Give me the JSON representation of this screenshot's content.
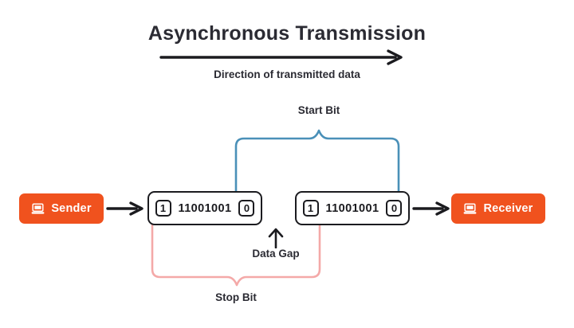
{
  "diagram": {
    "title": "Asynchronous Transmission",
    "subtitle": "Direction of transmitted data",
    "colors": {
      "accent_orange": "#F0521E",
      "start_bit_blue": "#4A90B8",
      "stop_bit_pink": "#F4A9A8",
      "ink": "#1B1B1F",
      "text": "#2B2B33",
      "background": "#FFFFFF"
    }
  },
  "endpoints": {
    "sender": {
      "label": "Sender",
      "icon": "laptop-icon"
    },
    "receiver": {
      "label": "Receiver",
      "icon": "laptop-icon"
    }
  },
  "frames": [
    {
      "start_bit": "1",
      "payload": "11001001",
      "stop_bit": "0"
    },
    {
      "start_bit": "1",
      "payload": "11001001",
      "stop_bit": "0"
    }
  ],
  "annotations": {
    "start_bit": "Start Bit",
    "stop_bit": "Stop Bit",
    "data_gap": "Data Gap"
  }
}
